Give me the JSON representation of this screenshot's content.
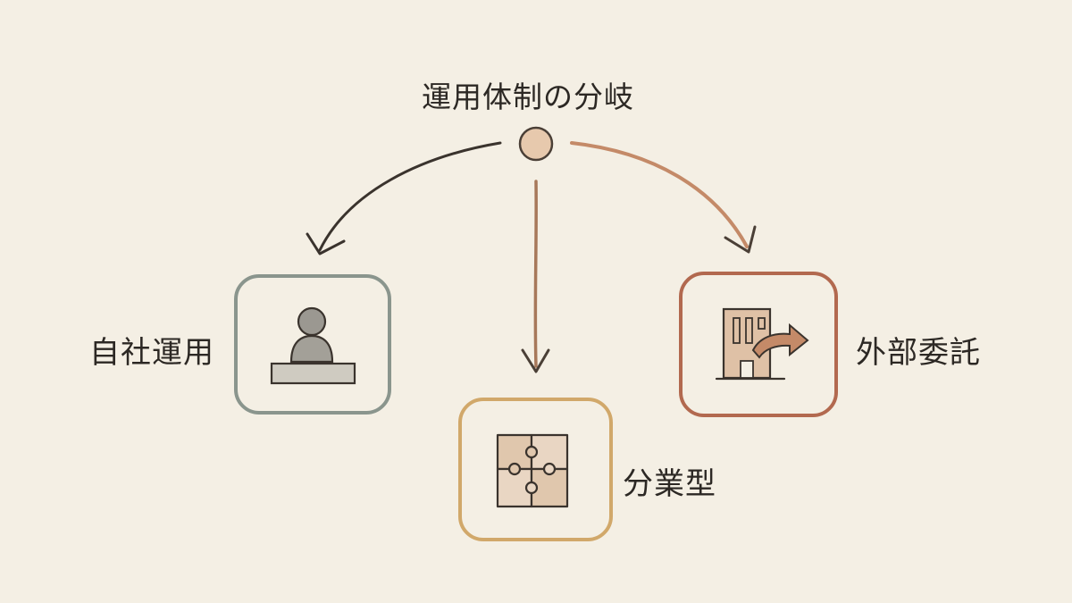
{
  "diagram": {
    "title": "運用体制の分岐",
    "branches": [
      {
        "id": "inhouse",
        "label": "自社運用",
        "icon": "person-at-desk-icon",
        "color": "#8a958d"
      },
      {
        "id": "split",
        "label": "分業型",
        "icon": "puzzle-icon",
        "color": "#d1a86a"
      },
      {
        "id": "outsource",
        "label": "外部委託",
        "icon": "building-arrow-icon",
        "color": "#b2694f"
      }
    ],
    "colors": {
      "background": "#f4efe4",
      "ink": "#2c2824",
      "node_fill": "#e7c9ad",
      "arrow_center": "#a7785a",
      "arrow_right": "#c48a68"
    }
  }
}
